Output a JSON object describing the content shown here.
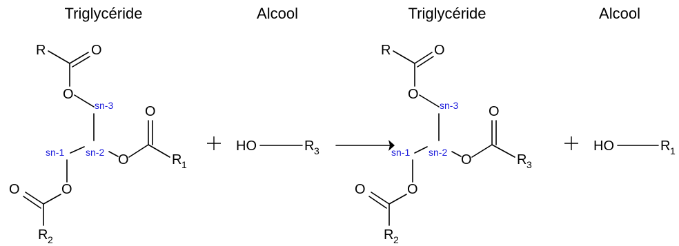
{
  "headers": {
    "reactant_triglyceride": "Triglycéride",
    "reactant_alcohol": "Alcool",
    "product_triglyceride": "Triglycéride",
    "product_alcohol": "Alcool"
  },
  "atoms": {
    "oxygen": "O",
    "r": "R",
    "hydroxyl": "HO"
  },
  "subscripts": {
    "one": "1",
    "two": "2",
    "three": "3"
  },
  "positions": {
    "sn1": "sn-1",
    "sn2": "sn-2",
    "sn3": "sn-3"
  },
  "colors": {
    "position_label": "#1a1adb",
    "ink": "#000000"
  }
}
